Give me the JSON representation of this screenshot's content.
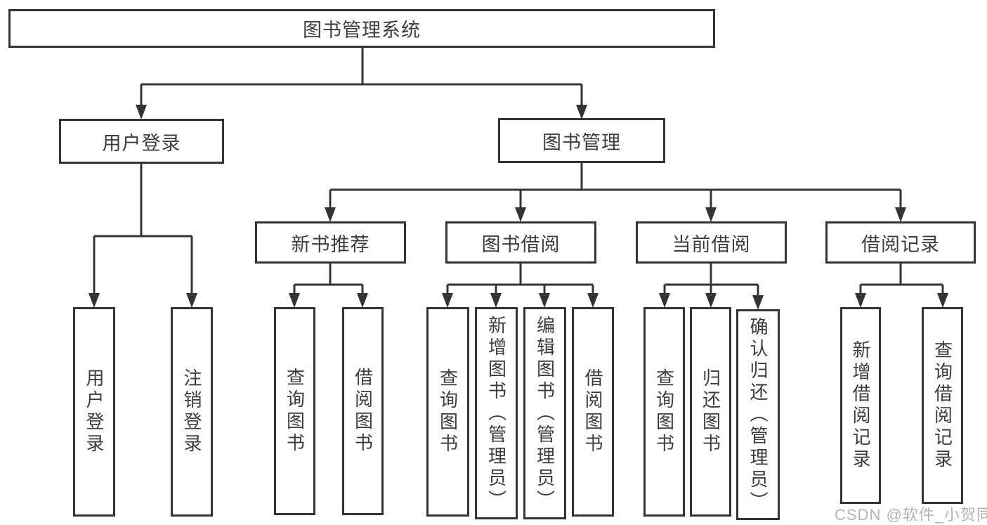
{
  "diagram": {
    "title": "图书管理系统",
    "watermark": "CSDN @软件_小贺同学",
    "colors": {
      "line": "#343434",
      "box_border": "#343434",
      "text": "#3d3d3d",
      "watermark": "#b4b4b4",
      "background": "#ffffff"
    },
    "nodes": {
      "root": {
        "label": "图书管理系统"
      },
      "user_login": {
        "label": "用户登录"
      },
      "book_mgmt": {
        "label": "图书管理"
      },
      "new_book_rec": {
        "label": "新书推荐"
      },
      "book_borrow": {
        "label": "图书借阅"
      },
      "current_borrow": {
        "label": "当前借阅"
      },
      "borrow_records": {
        "label": "借阅记录"
      },
      "leaf_user_login": {
        "label": "用户登录"
      },
      "leaf_logout": {
        "label": "注销登录"
      },
      "leaf_query_book_1": {
        "label": "查询图书"
      },
      "leaf_borrow_book_1": {
        "label": "借阅图书"
      },
      "leaf_query_book_2": {
        "label": "查询图书"
      },
      "leaf_add_book": {
        "label": "新增图书（管理员）"
      },
      "leaf_edit_book": {
        "label": "编辑图书（管理员）"
      },
      "leaf_borrow_book_2": {
        "label": "借阅图书"
      },
      "leaf_query_book_3": {
        "label": "查询图书"
      },
      "leaf_return_book": {
        "label": "归还图书"
      },
      "leaf_confirm_return": {
        "label": "确认归还（管理员）"
      },
      "leaf_add_record": {
        "label": "新增借阅记录"
      },
      "leaf_query_record": {
        "label": "查询借阅记录"
      }
    },
    "hierarchy": {
      "root": [
        "user_login",
        "book_mgmt"
      ],
      "user_login": [
        "leaf_user_login",
        "leaf_logout"
      ],
      "book_mgmt": [
        "new_book_rec",
        "book_borrow",
        "current_borrow",
        "borrow_records"
      ],
      "new_book_rec": [
        "leaf_query_book_1",
        "leaf_borrow_book_1"
      ],
      "book_borrow": [
        "leaf_query_book_2",
        "leaf_add_book",
        "leaf_edit_book",
        "leaf_borrow_book_2"
      ],
      "current_borrow": [
        "leaf_query_book_3",
        "leaf_return_book",
        "leaf_confirm_return"
      ],
      "borrow_records": [
        "leaf_add_record",
        "leaf_query_record"
      ]
    }
  }
}
